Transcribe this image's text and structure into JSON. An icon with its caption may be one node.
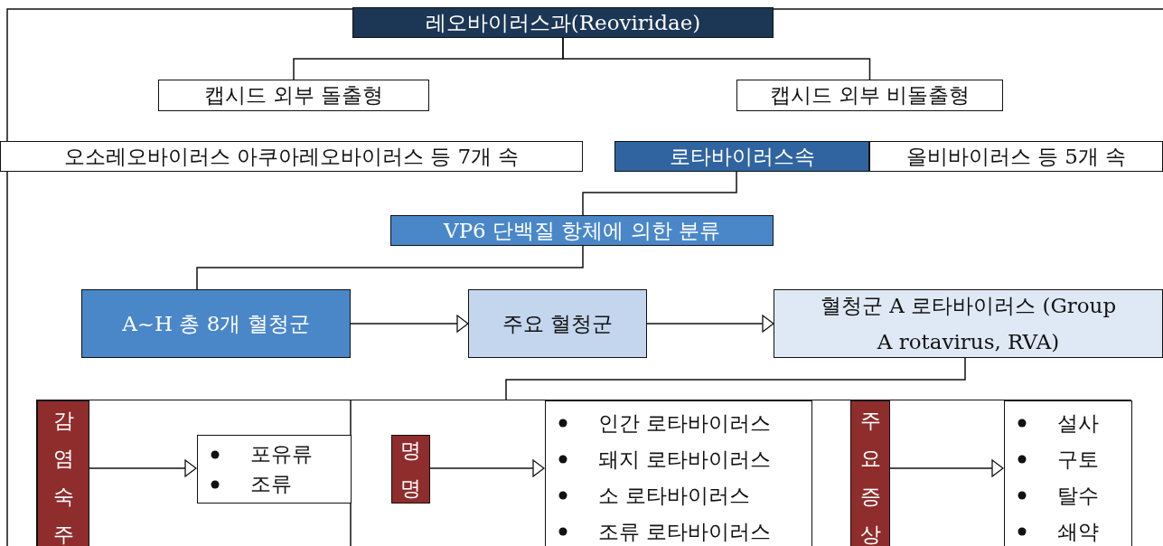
{
  "diagram": {
    "nodes": [
      {
        "text": [
          "레오바이러스과(Reoviridae)"
        ]
      },
      {
        "text": [
          "캡시드 외부 돌출형"
        ]
      },
      {
        "text": [
          "캡시드 외부 비돌출형"
        ]
      },
      {
        "text": [
          "오소레오바이러스 아쿠아레오바이러스 등 7개 속"
        ]
      },
      {
        "text": [
          "로타바이러스속"
        ]
      },
      {
        "text": [
          "올비바이러스 등 5개 속"
        ]
      },
      {
        "text": [
          "VP6 단백질 항체에 의한 분류"
        ]
      },
      {
        "text": [
          "A~H 총 8개 혈청군"
        ]
      },
      {
        "text": [
          "주요 혈청군"
        ]
      },
      {
        "text": [
          "혈청군 A 로타바이러스 (Group A rotavirus, RVA)"
        ]
      },
      {
        "text": [],
        "shape": "box"
      },
      {
        "text": [
          "감염숙주"
        ],
        "in": 10
      },
      {
        "text": [
          "포유류",
          "조류"
        ],
        "in": 10
      },
      {
        "text": [
          "명명"
        ],
        "in": 10
      },
      {
        "text": [
          "인간 로타바이러스",
          "돼지 로타바이러스",
          "소 로타바이러스",
          "조류 로타바이러스"
        ],
        "in": 10
      },
      {
        "text": [
          "주요증상"
        ],
        "in": 10
      },
      {
        "text": [
          "설사",
          "구토",
          "탈수",
          "쇄약"
        ],
        "in": 10
      }
    ],
    "edges": [
      {
        "from": 0,
        "to": 1,
        "arrow": "none"
      },
      {
        "from": 0,
        "to": 2,
        "arrow": "none"
      },
      {
        "from": 4,
        "to": 6,
        "arrow": "none"
      },
      {
        "from": 6,
        "to": 7,
        "arrow": "none"
      },
      {
        "from": 7,
        "to": 8,
        "arrow": "to"
      },
      {
        "from": 8,
        "to": 9,
        "arrow": "to"
      },
      {
        "from": 9,
        "to": 10,
        "arrow": "none"
      },
      {
        "from": 11,
        "to": 12,
        "arrow": "to"
      },
      {
        "from": 13,
        "to": 14,
        "arrow": "to"
      },
      {
        "from": 15,
        "to": 16,
        "arrow": "to"
      }
    ]
  }
}
